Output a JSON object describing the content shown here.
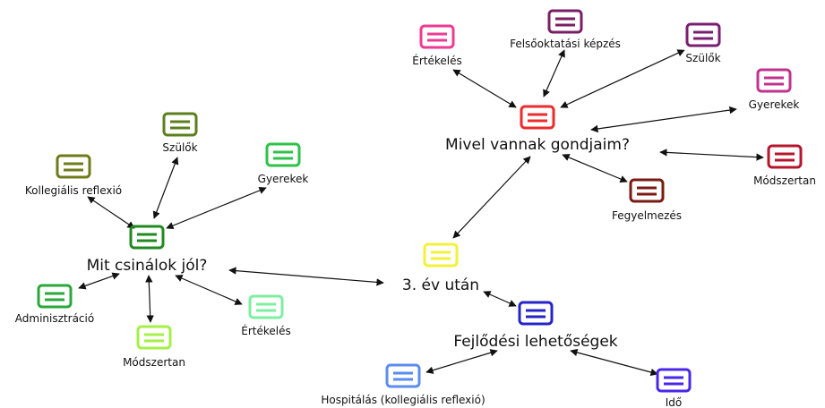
{
  "diagram": {
    "nodes": {
      "center": {
        "label": "3. év után",
        "color": "#f2f23a"
      },
      "mit": {
        "label": "Mit csinálok jól?",
        "color": "#1f8a1f"
      },
      "mivel": {
        "label": "Mivel vannak gondjaim?",
        "color": "#ee2b2b"
      },
      "fejlodesi": {
        "label": "Fejlődési lehetőségek",
        "color": "#2424c8"
      },
      "kollegialis": {
        "label": "Kollegiális reflexió",
        "color": "#6f7a18"
      },
      "szulok_left": {
        "label": "Szülők",
        "color": "#5b7f1c"
      },
      "gyerekek_left": {
        "label": "Gyerekek",
        "color": "#2fc24a"
      },
      "adminisztracio": {
        "label": "Adminisztráció",
        "color": "#2aa83a"
      },
      "modszertan_left": {
        "label": "Módszertan",
        "color": "#a4f046"
      },
      "ertekeles_left": {
        "label": "Értékelés",
        "color": "#7eeea0"
      },
      "ertekeles_top": {
        "label": "Értékelés",
        "color": "#ee3a93"
      },
      "felsooktatasi": {
        "label": "Felsőoktatási képzés",
        "color": "#7a1e66"
      },
      "szulok_top": {
        "label": "Szülők",
        "color": "#7a1e72"
      },
      "gyerekek_right": {
        "label": "Gyerekek",
        "color": "#c2338f"
      },
      "modszertan_right": {
        "label": "Módszertan",
        "color": "#b5152d"
      },
      "fegyelmezes": {
        "label": "Fegyelmezés",
        "color": "#7a1a12"
      },
      "hospitalas": {
        "label": "Hospitálás (kollegiális reflexió)",
        "color": "#5b8cf0"
      },
      "ido": {
        "label": "Idő",
        "color": "#4a26e8"
      }
    }
  }
}
